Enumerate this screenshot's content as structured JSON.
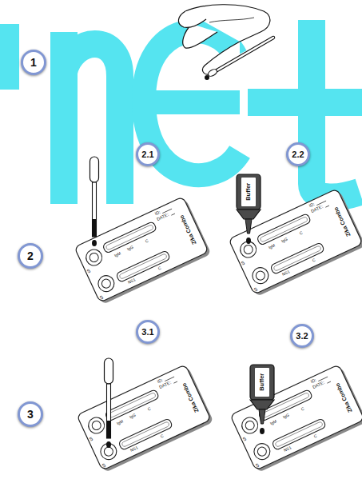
{
  "diagram": {
    "nodes": [
      {
        "text": [
          "1"
        ]
      },
      {
        "text": [
          "2.1"
        ]
      },
      {
        "text": [
          "2.2"
        ]
      },
      {
        "text": [
          "2"
        ]
      },
      {
        "text": [
          "3.1"
        ]
      },
      {
        "text": [
          "3.2"
        ]
      },
      {
        "text": [
          "3"
        ]
      }
    ],
    "labels": [
      "ID:",
      "DATE:",
      "Zika Combo",
      "IgM",
      "IgG",
      "C",
      "NS1",
      "C",
      "S",
      "S",
      "ID:",
      "DATE:",
      "Zika Combo",
      "IgM",
      "IgG",
      "C",
      "NS1",
      "C",
      "S",
      "S",
      "Buffer",
      "ID:",
      "DATE:",
      "Zika Combo",
      "IgM",
      "IgG",
      "C",
      "NS1",
      "C",
      "S",
      "S",
      "ID:",
      "DATE:",
      "Zika Combo",
      "IgM",
      "IgG",
      "C",
      "NS1",
      "C",
      "S",
      "S",
      "Buffer"
    ]
  }
}
